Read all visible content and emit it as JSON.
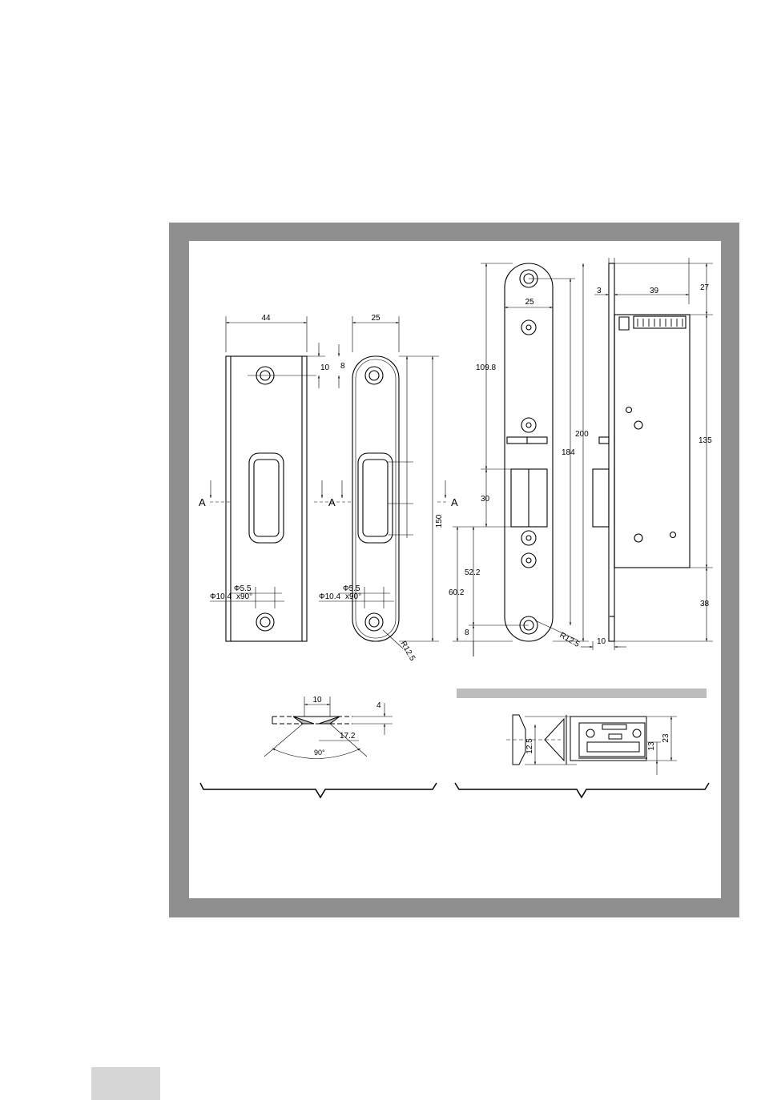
{
  "colors": {
    "frame": "#8f8f8f",
    "panel": "#ffffff",
    "ink": "#000000",
    "page_tab": "#d6d6d6",
    "bar": "#bdbdbd"
  },
  "strike_plates": {
    "dims": {
      "width_44": "44",
      "width_25": "25",
      "d10": "10",
      "d8": "8",
      "h150": "150",
      "phi55_a": "Ф5.5",
      "phi104_a": "Ф10.4",
      "x90_a": "x90°",
      "phi55_b": "Ф5.5",
      "phi104_b": "Ф10.4",
      "x90_b": "x90°",
      "r125": "R12.5"
    },
    "section_marks": {
      "a1": "A",
      "a2": "A",
      "a3": "A"
    }
  },
  "lock_body": {
    "dims": {
      "d25": "25",
      "d1098": "109.8",
      "d184": "184",
      "d200": "200",
      "d30": "30",
      "d522": "52.2",
      "d602": "60.2",
      "d8": "8",
      "r125": "R12.5",
      "d10": "10",
      "d3": "3",
      "d39": "39",
      "d27": "27",
      "d135": "135",
      "d38": "38"
    }
  },
  "countersink_detail": {
    "dims": {
      "d10": "10",
      "d4": "4",
      "d172": "17.2",
      "angle": "90°"
    }
  },
  "connector_detail": {
    "dims": {
      "d125": "12.5",
      "d13": "13",
      "d23": "23"
    }
  }
}
